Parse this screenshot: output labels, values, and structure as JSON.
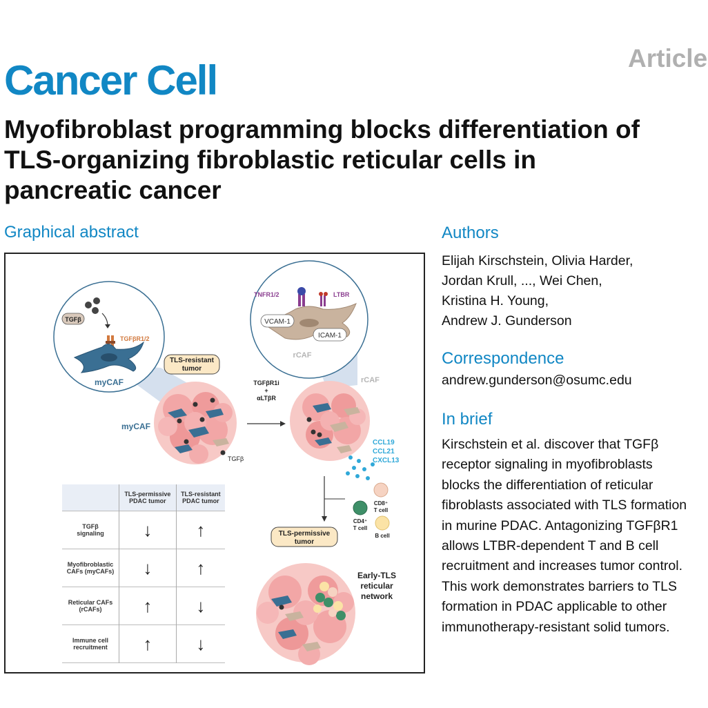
{
  "header": {
    "article_label": "Article",
    "journal": "Cancer Cell",
    "title_lines": [
      "Myofibroblast programming blocks differentiation of",
      "TLS-organizing fibroblastic reticular cells in",
      "pancreatic cancer"
    ]
  },
  "graphical_abstract": {
    "heading": "Graphical abstract",
    "labels": {
      "tgfb": "TGFβ",
      "tgfbr": "TGFβR1/2",
      "mycaf_circle": "myCAF",
      "tnfr": "TNFR1/2",
      "ltbr": "LTBR",
      "vcam": "VCAM-1",
      "icam": "ICAM-1",
      "rcaf_circle": "rCAF",
      "rcaf_tumor": "rCAF",
      "tls_resistant": [
        "TLS-resistant",
        "tumor"
      ],
      "tls_permissive": [
        "TLS-permissive",
        "tumor"
      ],
      "treatment": [
        "TGFβR1i",
        "+",
        "αLTβR"
      ],
      "mycaf_tumor": "myCAF",
      "tgfb_tumor": "TGFβ",
      "ccl19": "CCL19",
      "ccl21": "CCL21",
      "cxcl13": "CXCL13",
      "cd8": [
        "CD8⁺",
        "T cell"
      ],
      "cd4": [
        "CD4⁺",
        "T cell"
      ],
      "bcell": "B cell",
      "early_tls": [
        "Early-TLS",
        "reticular",
        "network"
      ]
    },
    "table": {
      "headers": [
        [
          "TLS-permissive",
          "PDAC tumor"
        ],
        [
          "TLS-resistant",
          "PDAC tumor"
        ]
      ],
      "rows": [
        {
          "label": [
            "TGFβ",
            "signaling"
          ],
          "permissive": "↓",
          "resistant": "↑"
        },
        {
          "label": [
            "Myofibroblastic",
            "CAFs (myCAFs)"
          ],
          "permissive": "↓",
          "resistant": "↑"
        },
        {
          "label": [
            "Reticular CAFs",
            "(rCAFs)"
          ],
          "permissive": "↑",
          "resistant": "↓"
        },
        {
          "label": [
            "Immune cell",
            "recruitment"
          ],
          "permissive": "↑",
          "resistant": "↓"
        }
      ]
    }
  },
  "authors": {
    "heading": "Authors",
    "lines": [
      "Elijah Kirschstein, Olivia Harder,",
      "Jordan Krull, ..., Wei Chen,",
      "Kristina H. Young,",
      "Andrew J. Gunderson"
    ]
  },
  "correspondence": {
    "heading": "Correspondence",
    "email": "andrew.gunderson@osumc.edu"
  },
  "in_brief": {
    "heading": "In brief",
    "lines": [
      "Kirschstein et al. discover that TGFβ",
      "receptor signaling in myofibroblasts",
      "blocks the differentiation of reticular",
      "fibroblasts associated with TLS formation",
      "in murine PDAC. Antagonizing TGFβR1",
      "allows LTBR-dependent T and B cell",
      "recruitment and increases tumor control.",
      "This work demonstrates barriers to TLS",
      "formation in PDAC applicable to other",
      "immunotherapy-resistant solid tumors."
    ]
  },
  "colors": {
    "brand_blue": "#1187c4",
    "article_gray": "#b0b0b0",
    "mycaf_blue": "#3a6f93",
    "rcaf_tan": "#c9b39e",
    "tumor_pink": "#f2a6a6",
    "ltbr_purple": "#8a3d8f",
    "chemokine_cyan": "#2fa8d8",
    "tgfbr_orange": "#d2793e"
  }
}
